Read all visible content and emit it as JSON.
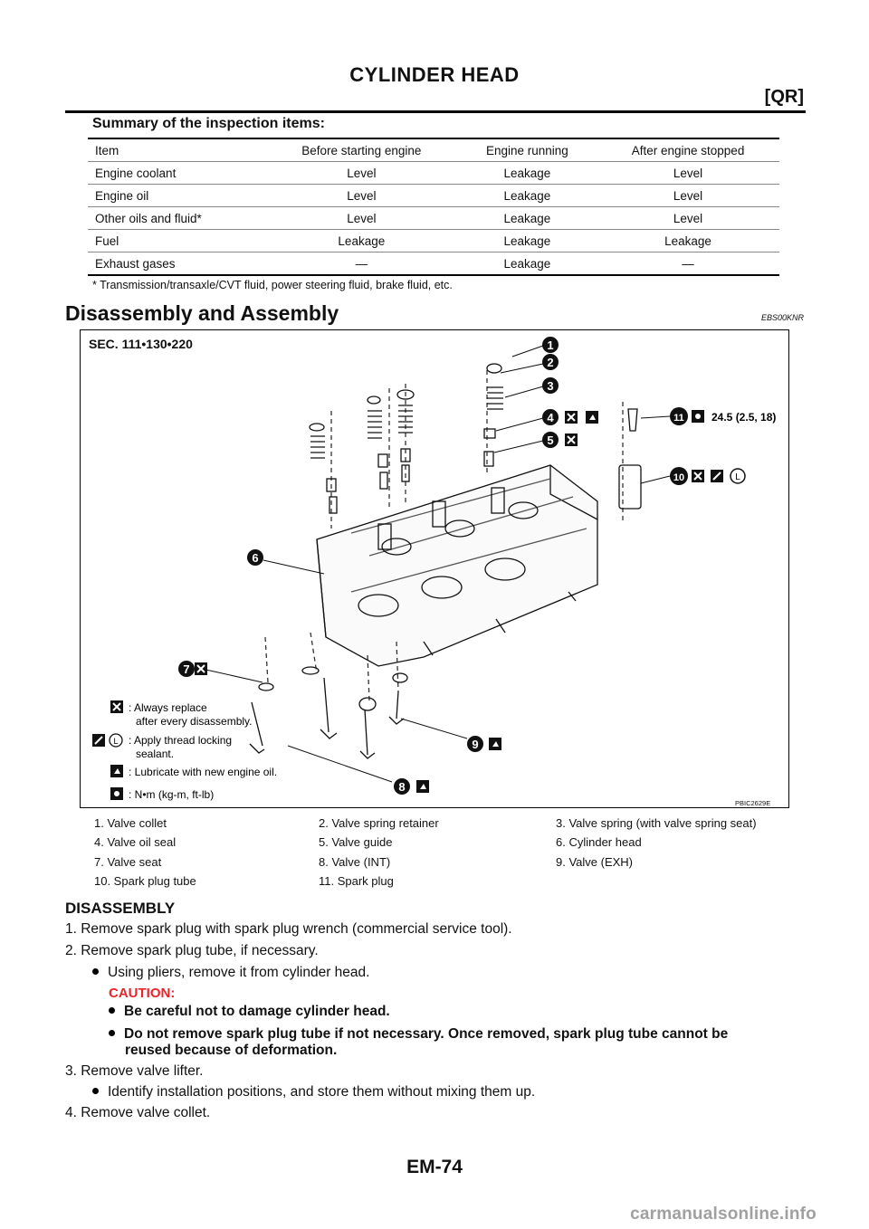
{
  "header": {
    "title": "CYLINDER HEAD",
    "section": "[QR]"
  },
  "summary": {
    "heading": "Summary of the inspection items:",
    "columns": [
      "Item",
      "Before starting engine",
      "Engine running",
      "After engine stopped"
    ],
    "rows": [
      [
        "Engine coolant",
        "Level",
        "Leakage",
        "Level"
      ],
      [
        "Engine oil",
        "Level",
        "Leakage",
        "Level"
      ],
      [
        "Other oils and fluid*",
        "Level",
        "Leakage",
        "Level"
      ],
      [
        "Fuel",
        "Leakage",
        "Leakage",
        "Leakage"
      ],
      [
        "Exhaust gases",
        "—",
        "Leakage",
        "—"
      ]
    ],
    "footnote": "* Transmission/transaxle/CVT fluid, power steering fluid, brake fluid, etc."
  },
  "disassembly_assembly": {
    "heading": "Disassembly and Assembly",
    "code": "EBS00KNR"
  },
  "figure": {
    "sec": "SEC. 111•130•220",
    "torque": "24.5 (2.5, 18)",
    "legend": {
      "replace_1": ": Always replace",
      "replace_2": "after every disassembly.",
      "sealant_1": ": Apply thread locking",
      "sealant_2": "sealant.",
      "oil": ": Lubricate with new engine oil.",
      "torque_unit": ": N•m (kg-m, ft-lb)"
    },
    "code": "PBIC2629E",
    "callouts": [
      "1",
      "2",
      "3",
      "4",
      "5",
      "6",
      "7",
      "8",
      "9",
      "10",
      "11"
    ]
  },
  "parts": [
    "1.   Valve collet",
    "2.   Valve spring retainer",
    "3.   Valve spring (with valve spring seat)",
    "4.   Valve oil seal",
    "5.   Valve guide",
    "6.   Cylinder head",
    "7.   Valve seat",
    "8.   Valve (INT)",
    "9.   Valve (EXH)",
    "10.  Spark plug tube",
    "11.  Spark plug"
  ],
  "disassembly": {
    "heading": "DISASSEMBLY",
    "step1": "1.   Remove spark plug with spark plug wrench (commercial service tool).",
    "step2": "2.   Remove spark plug tube, if necessary.",
    "bullet2": "Using pliers, remove it from cylinder head.",
    "caution_label": "CAUTION:",
    "caution1": "Be careful not to damage cylinder head.",
    "caution2_l1": "Do not remove spark plug tube if not necessary. Once removed, spark plug tube cannot be",
    "caution2_l2": "reused because of deformation.",
    "step3": "3.   Remove valve lifter.",
    "bullet3": "Identify installation positions, and store them without mixing them up.",
    "step4": "4.   Remove valve collet."
  },
  "footer": {
    "page": "EM-74",
    "watermark": "carmanualsonline.info"
  }
}
